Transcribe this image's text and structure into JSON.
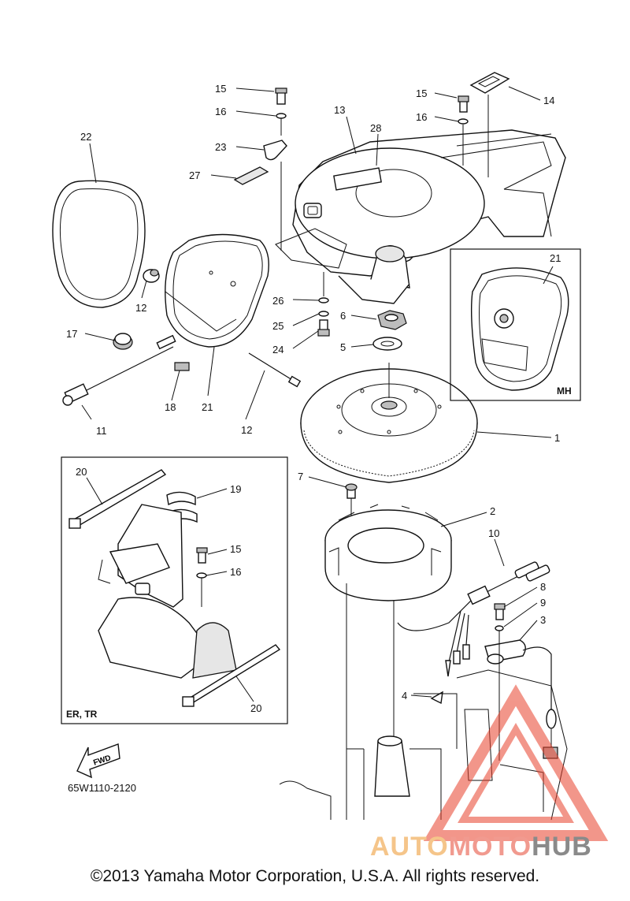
{
  "diagram": {
    "drawing_code": "65W1110-2120",
    "copyright": "©2013 Yamaha Motor Corporation, U.S.A. All rights reserved.",
    "inset_mh_label": "MH",
    "inset_ertr_label": "ER, TR",
    "fwd_label": "FWD",
    "watermark": {
      "part1": "AUTO",
      "part2": "MOTO",
      "part3": "HUB",
      "colors": {
        "auto": "#f5c58a",
        "moto": "#f19a8f",
        "hub": "#8a8a8a",
        "triangle": "#e8412c"
      }
    },
    "callouts": {
      "c1": "1",
      "c2": "2",
      "c3": "3",
      "c4": "4",
      "c5": "5",
      "c6": "6",
      "c7": "7",
      "c8": "8",
      "c9": "9",
      "c10": "10",
      "c11": "11",
      "c12a": "12",
      "c12b": "12",
      "c13": "13",
      "c14": "14",
      "c15a": "15",
      "c15b": "15",
      "c15c": "15",
      "c16a": "16",
      "c16b": "16",
      "c16c": "16",
      "c17": "17",
      "c18": "18",
      "c19": "19",
      "c20a": "20",
      "c20b": "20",
      "c21a": "21",
      "c21b": "21",
      "c22": "22",
      "c23": "23",
      "c24": "24",
      "c25": "25",
      "c26": "26",
      "c27": "27",
      "c28": "28"
    }
  }
}
